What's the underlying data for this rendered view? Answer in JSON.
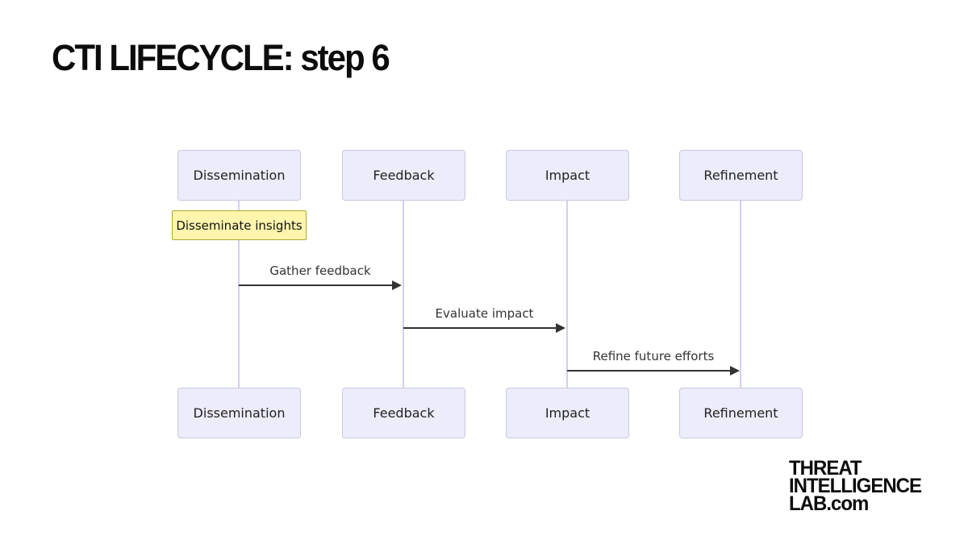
{
  "title": "CTI LIFECYCLE: step 6",
  "diagram": {
    "type": "sequence-diagram",
    "actors": [
      {
        "label": "Dissemination"
      },
      {
        "label": "Feedback"
      },
      {
        "label": "Impact"
      },
      {
        "label": "Refinement"
      }
    ],
    "note": {
      "text": "Disseminate insights",
      "over": "Dissemination"
    },
    "messages": [
      {
        "from": "Dissemination",
        "to": "Feedback",
        "label": "Gather feedback"
      },
      {
        "from": "Feedback",
        "to": "Impact",
        "label": "Evaluate impact"
      },
      {
        "from": "Impact",
        "to": "Refinement",
        "label": "Refine future efforts"
      }
    ]
  },
  "logo": {
    "line1": "THREAT",
    "line2": "INTELLIGENCE",
    "line3": "LAB.com"
  },
  "colors": {
    "background": "#FFFFFF",
    "actor_fill": "#ECECFB",
    "actor_border": "#C9C9E0",
    "lifeline": "#D5CDF1",
    "note_fill": "#FFF5AD",
    "note_border": "#AAAA33",
    "arrow": "#333333",
    "text": "#222222",
    "title_text": "#0C0C0C"
  }
}
